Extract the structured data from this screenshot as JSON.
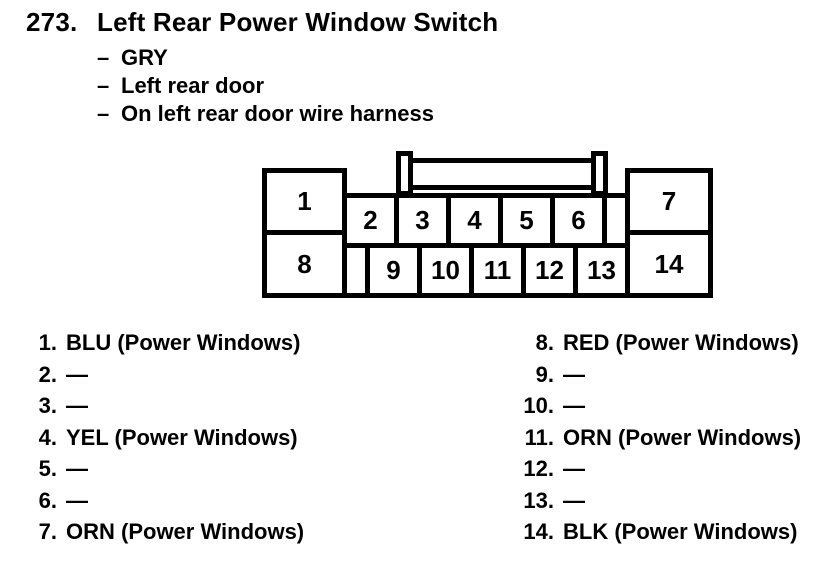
{
  "colors": {
    "ink": "#000000",
    "paper": "#ffffff"
  },
  "header": {
    "index": "273.",
    "title": "Left Rear Power Window Switch",
    "bullet_dash": "–",
    "attributes": [
      "GRY",
      "Left rear door",
      "On left rear door wire harness"
    ]
  },
  "connector": {
    "pin_labels": [
      "1",
      "2",
      "3",
      "4",
      "5",
      "6",
      "7",
      "8",
      "9",
      "10",
      "11",
      "12",
      "13",
      "14"
    ]
  },
  "pin_list": {
    "left": [
      {
        "number": "1.",
        "value": "BLU (Power Windows)"
      },
      {
        "number": "2.",
        "value": "—"
      },
      {
        "number": "3.",
        "value": "—"
      },
      {
        "number": "4.",
        "value": "YEL (Power Windows)"
      },
      {
        "number": "5.",
        "value": "—"
      },
      {
        "number": "6.",
        "value": "—"
      },
      {
        "number": "7.",
        "value": "ORN (Power Windows)"
      }
    ],
    "right": [
      {
        "number": "8.",
        "value": "RED (Power Windows)"
      },
      {
        "number": "9.",
        "value": "—"
      },
      {
        "number": "10.",
        "value": "—"
      },
      {
        "number": "11.",
        "value": "ORN (Power Windows)"
      },
      {
        "number": "12.",
        "value": "—"
      },
      {
        "number": "13.",
        "value": "—"
      },
      {
        "number": "14.",
        "value": "BLK (Power Windows)"
      }
    ]
  }
}
